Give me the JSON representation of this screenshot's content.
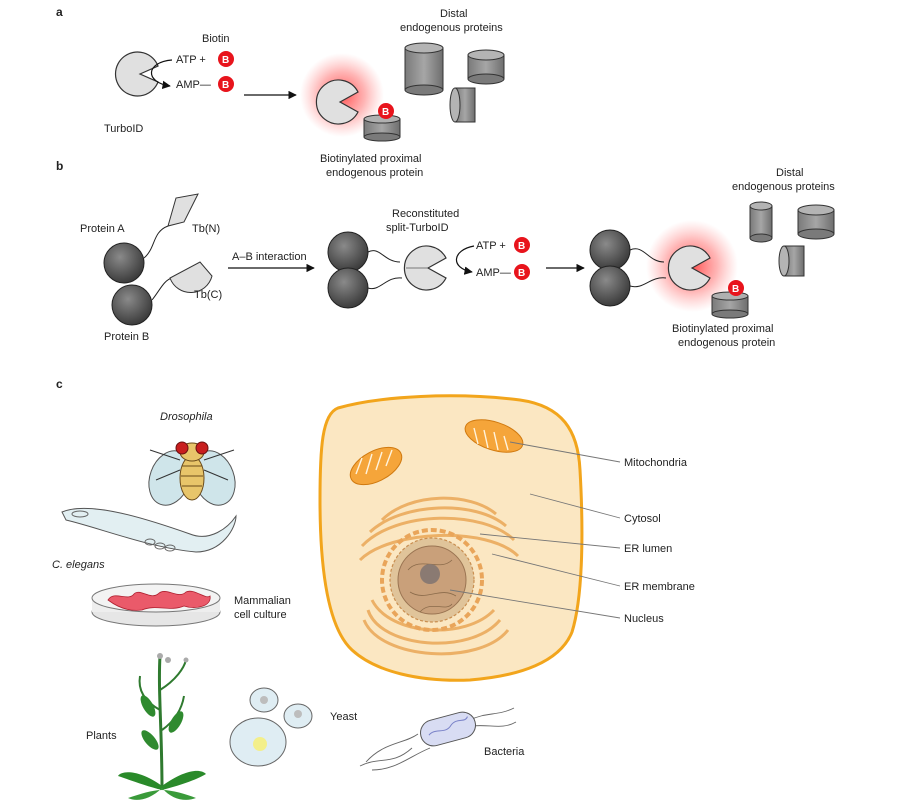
{
  "colors": {
    "biotin": "#e8141c",
    "enzyme_fill": "#e0e0e0",
    "protein_dark": "#5a5a5a",
    "cylinder": "#8e8e8e",
    "cell_border": "#f2a51c",
    "cell_fill": "#fbe7c2",
    "mito": "#f5a53a",
    "nucleus": "#c9a07a"
  },
  "panel_a": {
    "letter": "a",
    "enzyme": "TurboID",
    "biotin": "Biotin",
    "atp": "ATP +",
    "amp": "AMP—",
    "b": "B",
    "distal_line1": "Distal",
    "distal_line2": "endogenous proteins",
    "proximal_line1": "Biotinylated proximal",
    "proximal_line2": "endogenous protein"
  },
  "panel_b": {
    "letter": "b",
    "protein_a": "Protein A",
    "protein_b": "Protein B",
    "tb_n": "Tb(N)",
    "tb_c": "Tb(C)",
    "interaction": "A–B interaction",
    "recon_line1": "Reconstituted",
    "recon_line2": "split-TurboID",
    "atp": "ATP +",
    "amp": "AMP—",
    "b": "B",
    "distal_line1": "Distal",
    "distal_line2": "endogenous proteins",
    "proximal_line1": "Biotinylated proximal",
    "proximal_line2": "endogenous protein"
  },
  "panel_c": {
    "letter": "c",
    "drosophila": "Drosophila",
    "c_elegans": "C. elegans",
    "mammalian_line1": "Mammalian",
    "mammalian_line2": "cell culture",
    "plants": "Plants",
    "yeast": "Yeast",
    "bacteria": "Bacteria",
    "mitochondria": "Mitochondria",
    "cytosol": "Cytosol",
    "er_lumen": "ER lumen",
    "er_membrane": "ER membrane",
    "nucleus": "Nucleus"
  }
}
